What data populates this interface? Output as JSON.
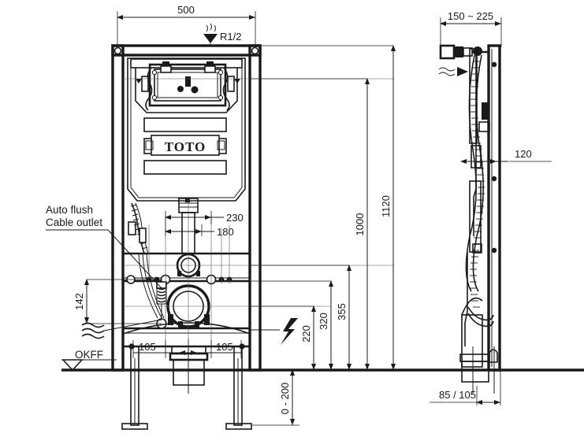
{
  "drawing": {
    "title": "TOTO in-wall cistern frame installation drawing",
    "brand_logo": "TOTO",
    "views": {
      "front": "front elevation",
      "side": "side elevation"
    }
  },
  "front_view": {
    "dimensions": {
      "width_top": "500",
      "supply_label": "R1/2",
      "outlet_230": "230",
      "outlet_180": "180",
      "offset_left_105": "105",
      "offset_right_105": "105",
      "cable_height_142": "142",
      "electric_220": "220",
      "bolt_320": "320",
      "bolt_355": "355",
      "height_1000": "1000",
      "height_1120": "1120",
      "foot_range": "0 - 200"
    },
    "labels": {
      "auto_flush_line1": "Auto flush",
      "auto_flush_line2": "Cable outlet",
      "floor_level": "OKFF"
    },
    "symbols": {
      "water_supply": "water-supply-symbol",
      "water_wave": "water-wave-symbol",
      "electrical": "lightning-bolt-symbol",
      "floor_level_marker": "level-triangle-symbol"
    }
  },
  "side_view": {
    "dimensions": {
      "depth_range": "150 ~ 225",
      "depth_120": "120",
      "outlet_85_105": "85 / 105"
    },
    "symbols": {
      "water_inlet": "water-inlet-arrow-symbol"
    }
  }
}
